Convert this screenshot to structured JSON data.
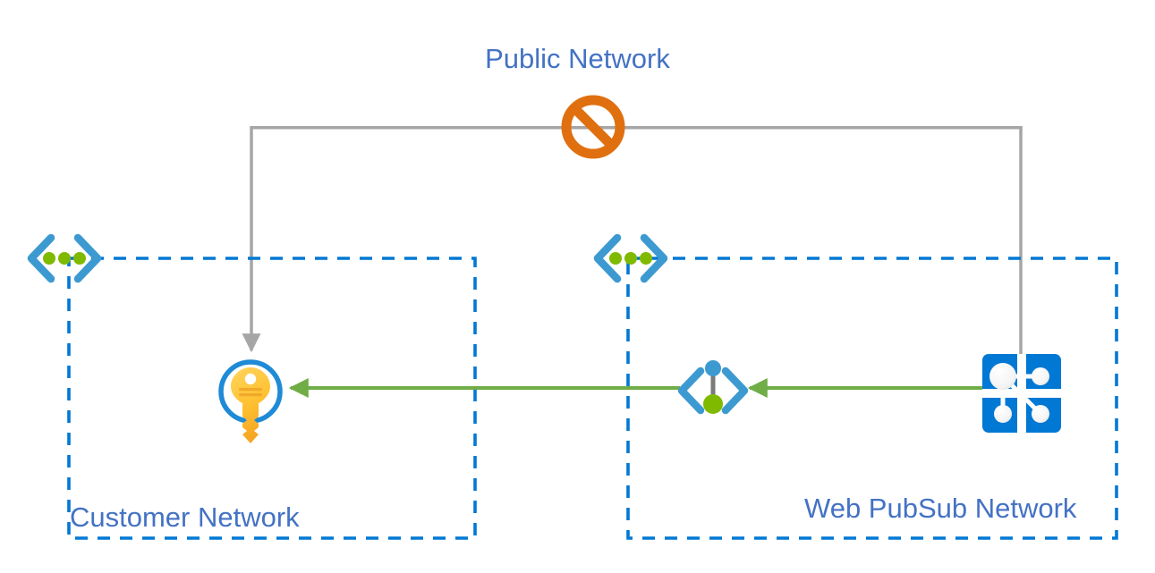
{
  "diagram": {
    "title": "Public Network",
    "background_color": "#ffffff",
    "label_color": "#4472c4",
    "boundary_color": "#0078d4",
    "public_line_color": "#a6a6a6",
    "blocked_color": "#e06c0a",
    "private_link_color": "#70ad47",
    "icon_blue": "#3d9ad1",
    "icon_green": "#7fba00",
    "key_gold": "#ffc843",
    "pubsub_blue": "#0078d4"
  },
  "zones": [
    {
      "id": "customer-network",
      "label": "Customer Network",
      "vnet_icon": "virtual-network-icon"
    },
    {
      "id": "webpubsub-network",
      "label": "Web PubSub Network",
      "vnet_icon": "virtual-network-icon"
    }
  ],
  "nodes": [
    {
      "id": "key",
      "icon": "key-icon",
      "zone": "customer-network"
    },
    {
      "id": "private-endpoint",
      "icon": "private-endpoint-icon",
      "zone": "webpubsub-network"
    },
    {
      "id": "web-pubsub",
      "icon": "web-pubsub-icon",
      "zone": "webpubsub-network"
    }
  ],
  "connections": [
    {
      "id": "public-network-path",
      "from": "web-pubsub",
      "to": "key",
      "style": "solid",
      "color": "#a6a6a6",
      "state": "blocked",
      "marker": "blocked-icon"
    },
    {
      "id": "private-link-pubsub-to-endpoint",
      "from": "web-pubsub",
      "to": "private-endpoint",
      "style": "solid",
      "color": "#70ad47",
      "state": "allowed"
    },
    {
      "id": "private-link-endpoint-to-key",
      "from": "private-endpoint",
      "to": "key",
      "style": "solid",
      "color": "#70ad47",
      "state": "allowed"
    }
  ]
}
